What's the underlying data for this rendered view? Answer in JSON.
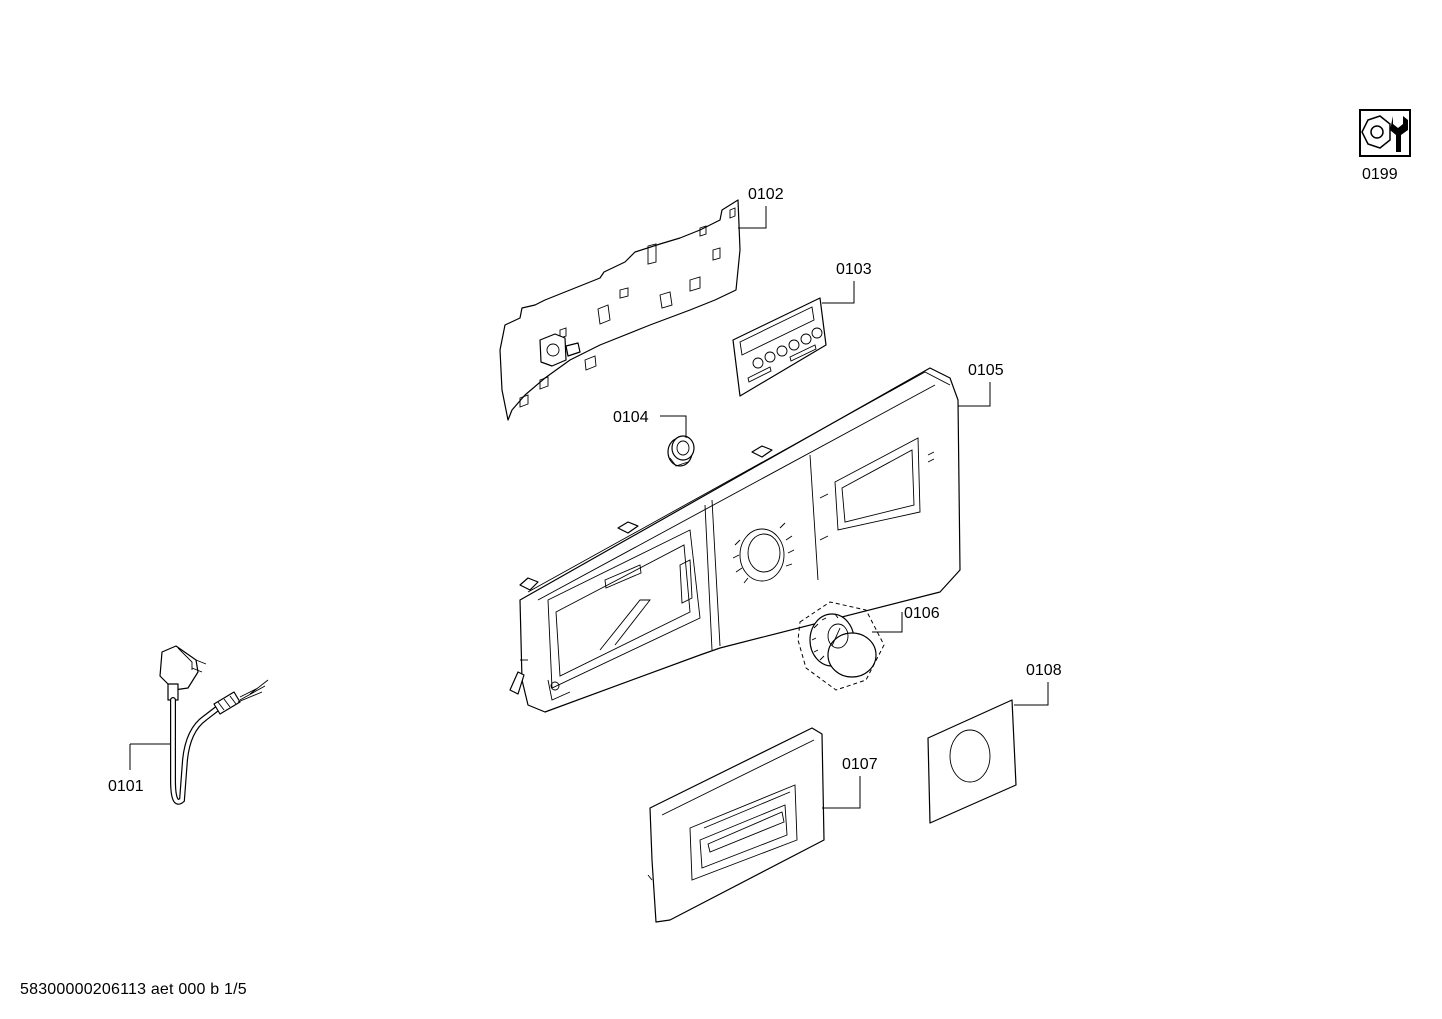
{
  "labels": {
    "p0101": "0101",
    "p0102": "0102",
    "p0103": "0103",
    "p0104": "0104",
    "p0105": "0105",
    "p0106": "0106",
    "p0107": "0107",
    "p0108": "0108",
    "p0199": "0199"
  },
  "footer": "58300000206113 aet 000 b 1/5"
}
